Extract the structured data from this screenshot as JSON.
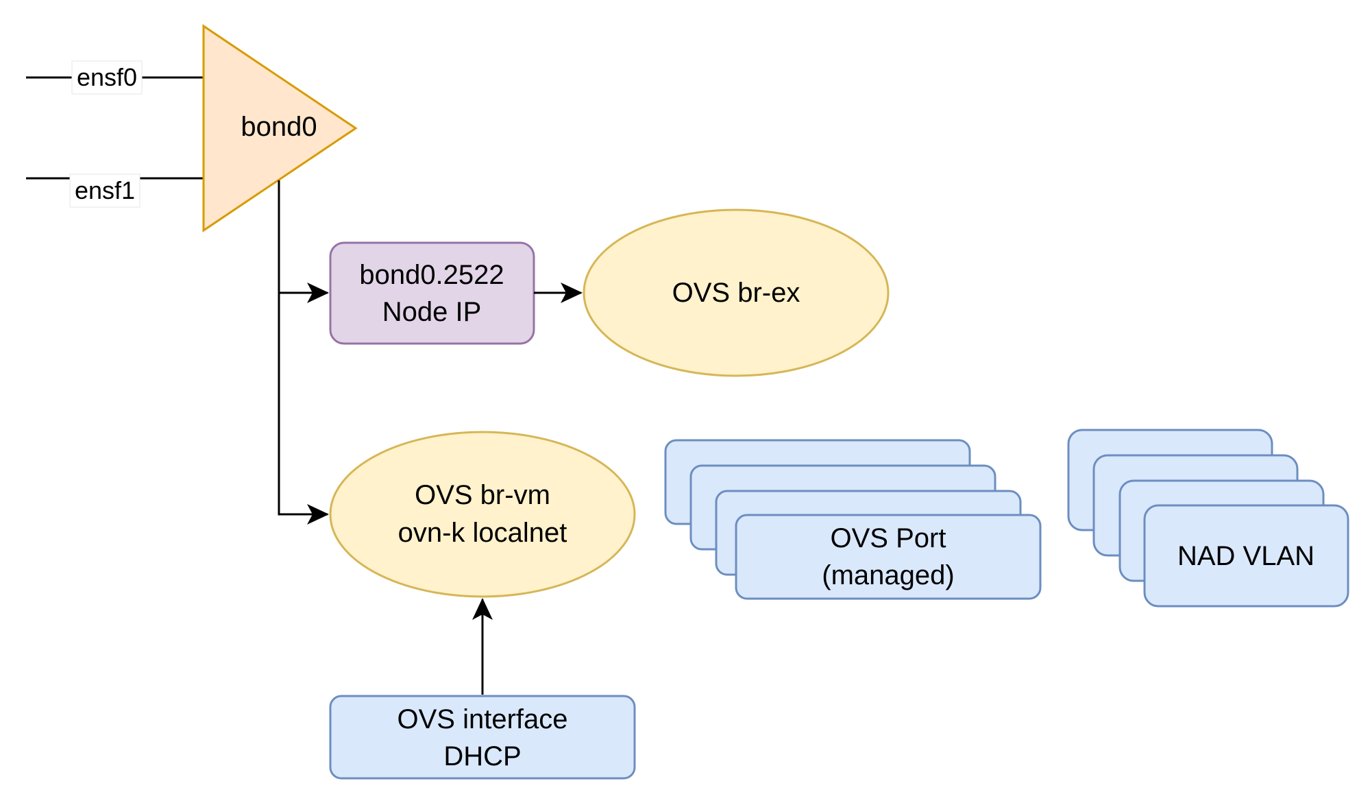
{
  "diagram": {
    "colors": {
      "bond_fill": "#ffe6cc",
      "bond_stroke": "#d79b00",
      "vlan_fill": "#e1d5e7",
      "vlan_stroke": "#9673a6",
      "bridge_fill": "#fff2cc",
      "bridge_stroke": "#d6b656",
      "port_fill": "#dae8fc",
      "port_stroke": "#6c8ebf",
      "edge": "#000000"
    },
    "nodes": {
      "ensf0": {
        "label": "ensf0"
      },
      "ensf1": {
        "label": "ensf1"
      },
      "bond0": {
        "label": "bond0"
      },
      "vlan": {
        "line1": "bond0.2522",
        "line2": "Node IP"
      },
      "br_ex": {
        "label": "OVS br-ex"
      },
      "br_vm": {
        "line1": "OVS br-vm",
        "line2": "ovn-k localnet"
      },
      "ovs_interface": {
        "line1": "OVS interface",
        "line2": "DHCP"
      },
      "ovs_port": {
        "line1": "OVS Port",
        "line2": "(managed)",
        "stack_count": 4
      },
      "nad_vlan": {
        "label": "NAD VLAN",
        "stack_count": 4
      }
    },
    "edges": [
      {
        "from": "ensf0",
        "to": "bond0",
        "arrow": false
      },
      {
        "from": "ensf1",
        "to": "bond0",
        "arrow": false
      },
      {
        "from": "bond0",
        "to": "vlan",
        "arrow": true
      },
      {
        "from": "vlan",
        "to": "br_ex",
        "arrow": true
      },
      {
        "from": "bond0",
        "to": "br_vm",
        "arrow": true
      },
      {
        "from": "ovs_interface",
        "to": "br_vm",
        "arrow": true
      }
    ]
  }
}
